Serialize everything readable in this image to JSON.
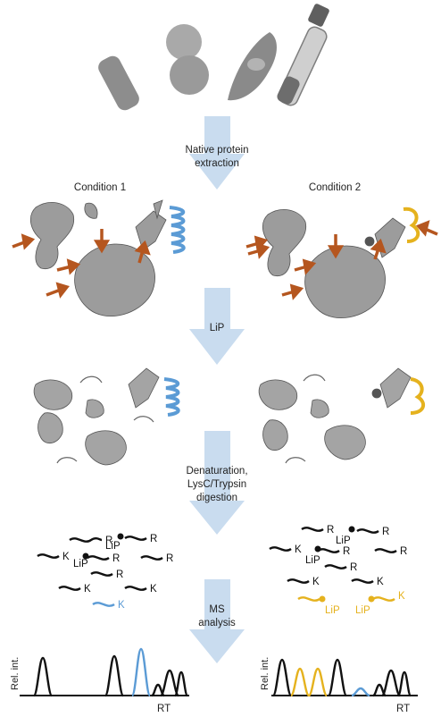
{
  "steps": {
    "extraction_line1": "Native protein",
    "extraction_line2": "extraction",
    "lip": "LiP",
    "denat_line1": "Denaturation,",
    "denat_line2": "LysC/Trypsin",
    "denat_line3": "digestion",
    "ms_line1": "MS",
    "ms_line2": "analysis"
  },
  "conditions": {
    "left": "Condition 1",
    "right": "Condition 2"
  },
  "peptides": {
    "r": "R",
    "k": "K",
    "lip": "LiP"
  },
  "chromatogram": {
    "ylabel": "Rel. int.",
    "xlabel": "RT"
  },
  "colors": {
    "arrow": "#c9dcef",
    "orange_arrow": "#b5561f",
    "blue_highlight": "#5b9bd5",
    "yellow_highlight": "#e5b21e",
    "peptide": "#111111"
  }
}
